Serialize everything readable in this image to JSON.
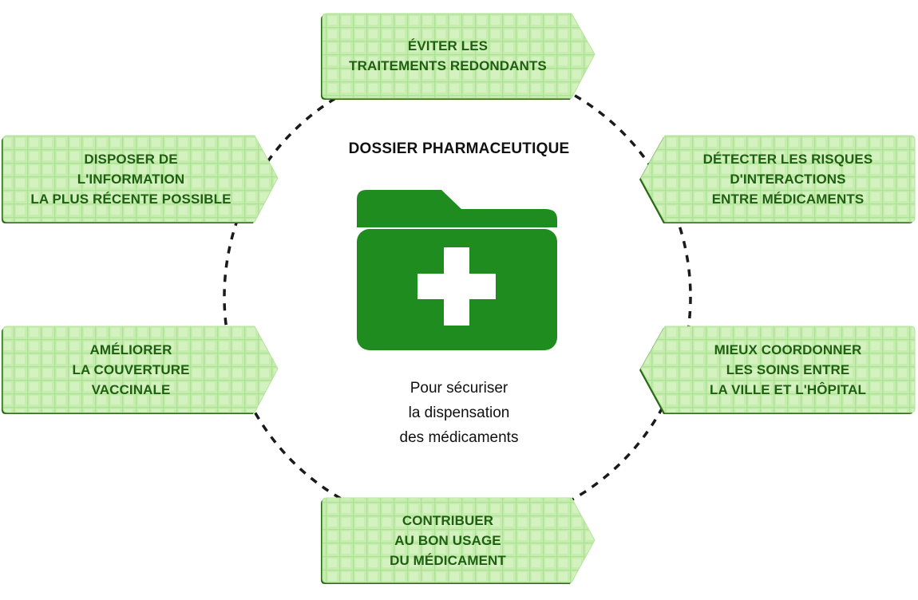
{
  "center": {
    "title": "DOSSIER PHARMACEUTIQUE",
    "caption": [
      "Pour sécuriser",
      "la dispensation",
      "des médicaments"
    ],
    "icon": "medical-folder-icon"
  },
  "boxes": [
    {
      "id": "top",
      "lines": [
        "ÉVITER LES",
        "TRAITEMENTS REDONDANTS"
      ]
    },
    {
      "id": "upper-left",
      "lines": [
        "DISPOSER DE",
        "L'INFORMATION",
        "LA PLUS RÉCENTE POSSIBLE"
      ]
    },
    {
      "id": "upper-right",
      "lines": [
        "DÉTECTER LES RISQUES",
        "D'INTERACTIONS",
        "ENTRE MÉDICAMENTS"
      ]
    },
    {
      "id": "lower-left",
      "lines": [
        "AMÉLIORER",
        "LA COUVERTURE",
        "VACCINALE"
      ]
    },
    {
      "id": "lower-right",
      "lines": [
        "MIEUX COORDONNER",
        "LES SOINS ENTRE",
        "LA VILLE ET L'HÔPITAL"
      ]
    },
    {
      "id": "bottom",
      "lines": [
        "CONTRIBUER",
        "AU BON USAGE",
        "DU MÉDICAMENT"
      ]
    }
  ],
  "colors": {
    "box_fill": "#c6ecb0",
    "box_border": "#2a6a17",
    "text": "#1f5f12",
    "icon": "#1e8c1e",
    "dashes": "#1a1a1a"
  }
}
